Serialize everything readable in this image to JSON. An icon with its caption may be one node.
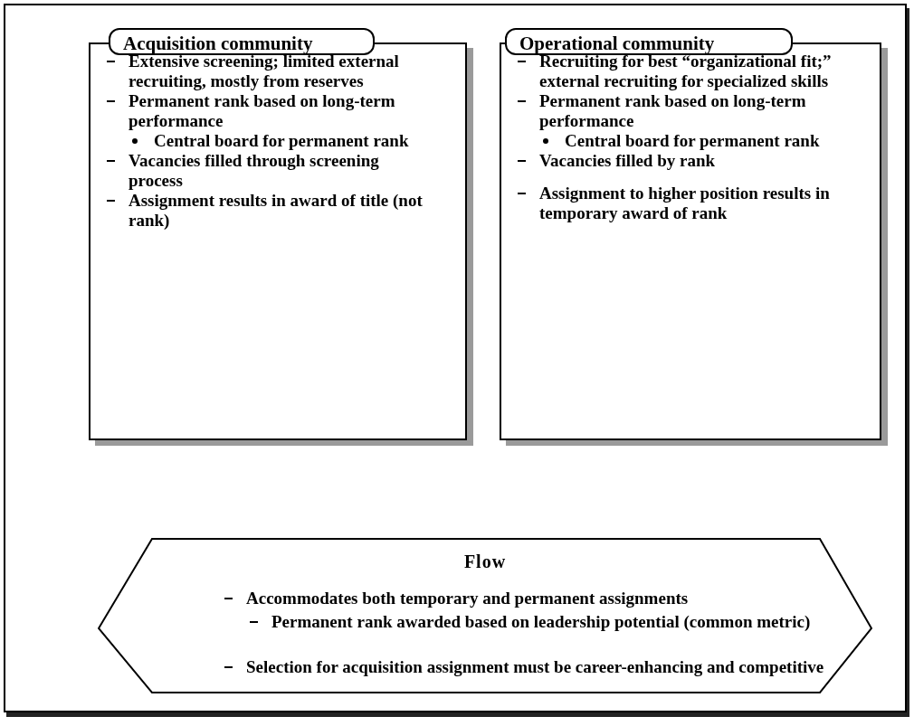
{
  "diagram": {
    "nodes": [
      {
        "text": [
          "Acquisition community",
          "Extensive screening; limited external recruiting, mostly from reserves",
          "Permanent rank based on long-term performance",
          "Central board for permanent rank",
          "Vacancies filled through screening process",
          "Assignment results in award of title (not rank)"
        ]
      },
      {
        "text": [
          "Operational community",
          "Recruiting for best “organizational fit;” external recruiting for specialized skills",
          "Permanent rank based on long-term performance",
          "Central board for permanent rank",
          "Vacancies filled by rank",
          "Assignment to higher position results in temporary award of rank"
        ]
      },
      {
        "text": [
          "Flow",
          "Accommodates both temporary and permanent assignments",
          "Permanent rank awarded based on leadership potential (common metric)",
          "Selection for acquisition assignment must be career-enhancing and competitive"
        ]
      }
    ]
  }
}
